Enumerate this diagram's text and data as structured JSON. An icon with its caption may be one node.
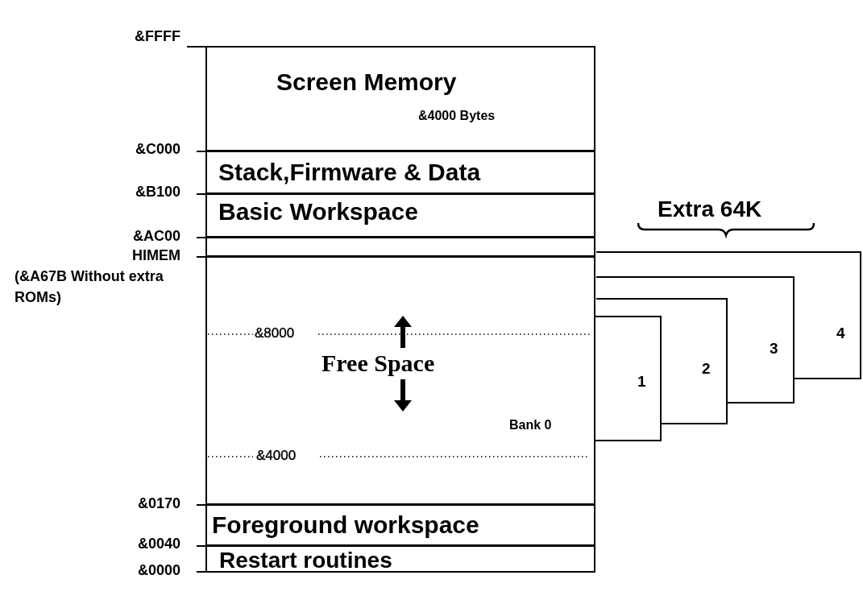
{
  "diagram": {
    "nodes": [
      {
        "text": [
          "Screen Memory",
          "&4000 Bytes"
        ]
      },
      {
        "text": [
          "Stack,Firmware & Data"
        ]
      },
      {
        "text": [
          "Basic Workspace"
        ]
      },
      {
        "text": [],
        "shape": "box"
      },
      {
        "text": [
          "Free Space",
          "Bank 0"
        ]
      },
      {
        "text": [
          "Foreground workspace"
        ]
      },
      {
        "text": [
          "Restart routines"
        ]
      },
      {
        "text": [
          "1"
        ]
      },
      {
        "text": [
          "2"
        ]
      },
      {
        "text": [
          "3"
        ]
      },
      {
        "text": [
          "4"
        ]
      }
    ],
    "edges": [],
    "labels": [
      "&FFFF",
      "&C000",
      "&B100",
      "Extra 64K",
      "&AC00",
      "HIMEM",
      "(&A67B Without extra ROMs)",
      "&8000",
      "&4000",
      "&0170",
      "&0040",
      "&0000"
    ]
  }
}
